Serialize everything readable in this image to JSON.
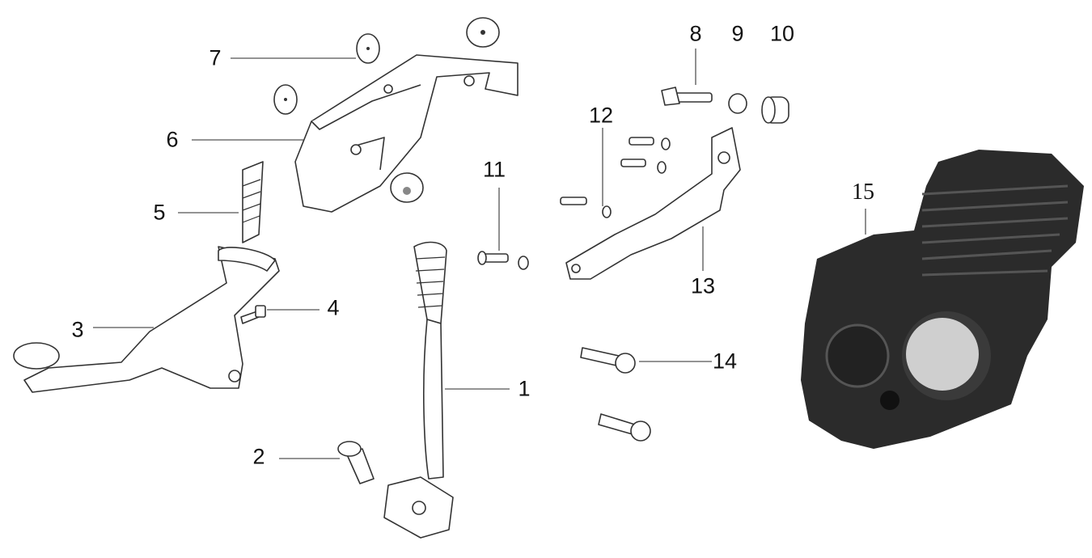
{
  "diagram": {
    "title": "",
    "callouts": [
      {
        "id": "1"
      },
      {
        "id": "2"
      },
      {
        "id": "3"
      },
      {
        "id": "4"
      },
      {
        "id": "5"
      },
      {
        "id": "6"
      },
      {
        "id": "7"
      },
      {
        "id": "8"
      },
      {
        "id": "9"
      },
      {
        "id": "10"
      },
      {
        "id": "11"
      },
      {
        "id": "12"
      },
      {
        "id": "13"
      },
      {
        "id": "14"
      },
      {
        "id": "15"
      }
    ]
  }
}
